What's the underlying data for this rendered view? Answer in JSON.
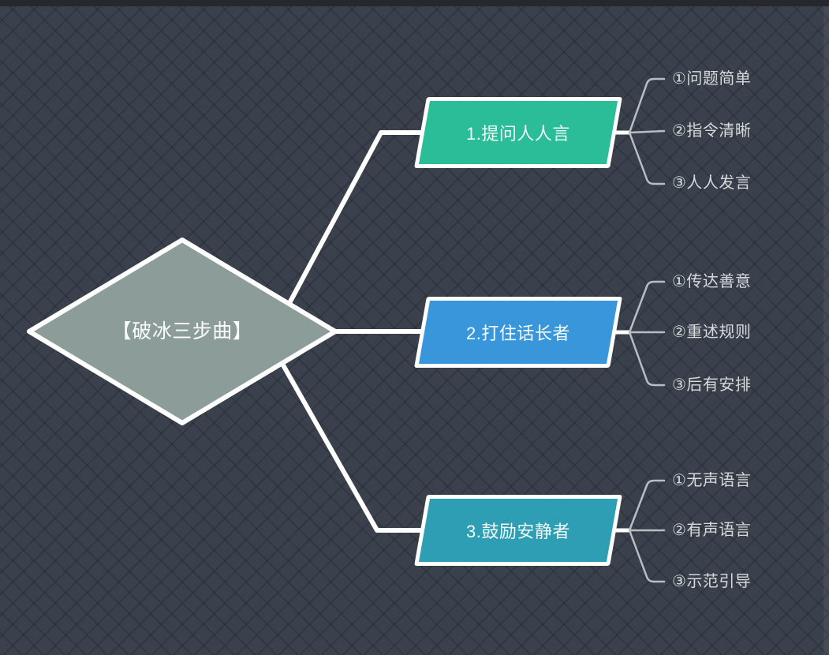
{
  "colors": {
    "background": "#3b414c",
    "top_bar": "#26282d",
    "connector_white": "#ffffff",
    "connector_gray": "#b9bec4",
    "root_fill": "#8c9c99",
    "leaf_text": "#d6dadb",
    "node_text": "#f2faf8"
  },
  "mindmap": {
    "root": {
      "label": "【破冰三步曲】",
      "color": "#8c9c99"
    },
    "branches": [
      {
        "label": "1.提问人人言",
        "color": "#2abd97",
        "children": [
          "①问题简单",
          "②指令清晰",
          "③人人发言"
        ]
      },
      {
        "label": "2.打住话长者",
        "color": "#3a96db",
        "children": [
          "①传达善意",
          "②重述规则",
          "③后有安排"
        ]
      },
      {
        "label": "3.鼓励安静者",
        "color": "#2d9eb4",
        "children": [
          "①无声语言",
          "②有声语言",
          "③示范引导"
        ]
      }
    ]
  }
}
